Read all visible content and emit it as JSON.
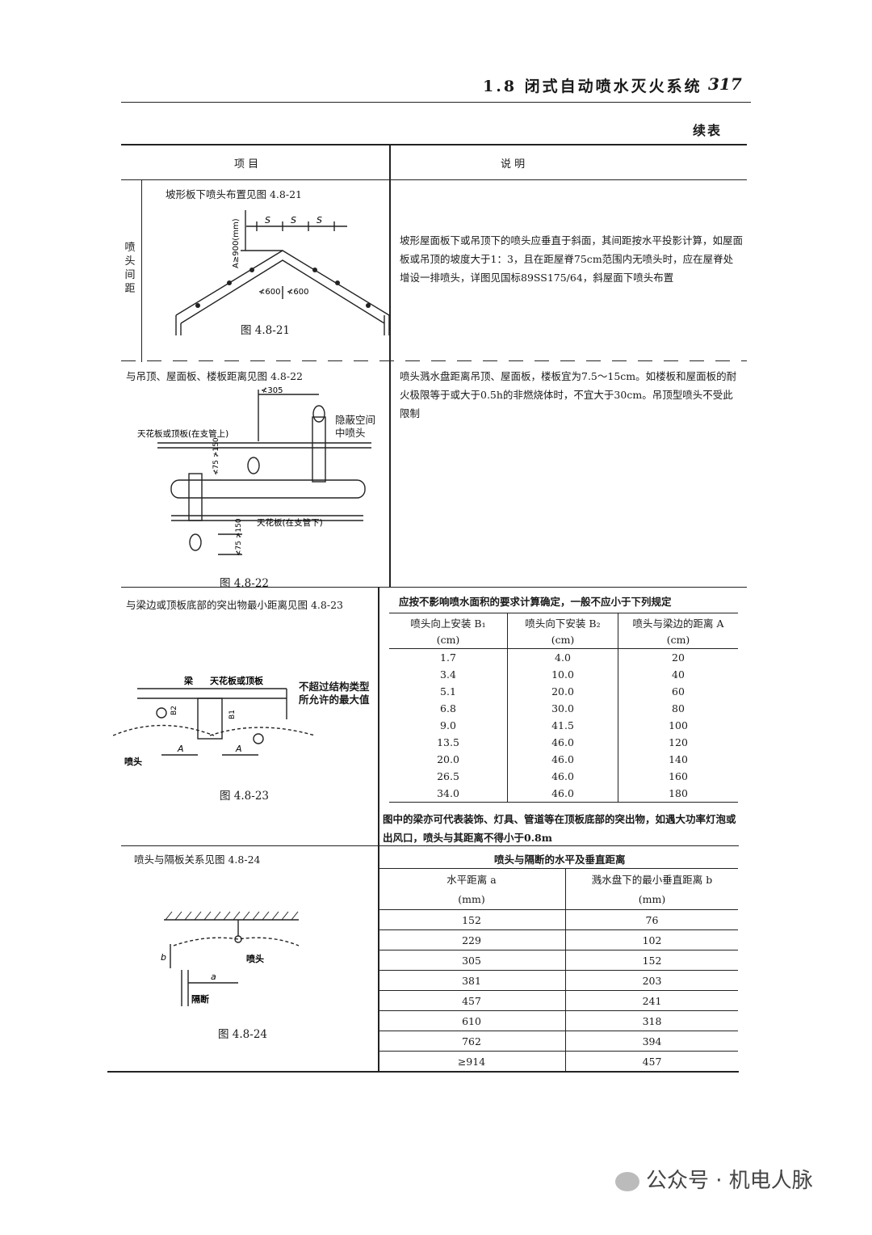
{
  "header": {
    "section": "1.8  闭式自动喷水灭火系统",
    "page_number": "317"
  },
  "continued_label": "续表",
  "columns": {
    "item": "项    目",
    "description": "说        明"
  },
  "row_group_label": "喷头间距",
  "rows": [
    {
      "title": "坡形板下喷头布置见图 4.8-21",
      "figure_caption": "图 4.8-21",
      "description": "坡形屋面板下或吊顶下的喷头应垂直于斜面，其间距按水平投影计算，如屋面板或吊顶的坡度大于1：3，且在距屋脊75cm范围内无喷头时，应在屋脊处增设一排喷头，详图见国标89SS175/64，斜屋面下喷头布置",
      "figure_labels": {
        "a": "A≥900(mm)",
        "s": "S",
        "d600": "≮600"
      }
    },
    {
      "title": "与吊顶、屋面板、楼板距离见图 4.8-22",
      "figure_caption": "图 4.8-22",
      "description": "喷头溅水盘距离吊顶、屋面板，楼板宜为7.5～15cm。如楼板和屋面板的耐火极限等于或大于0.5h的非燃烧体时，不宜大于30cm。吊顶型喷头不受此限制",
      "figure_labels": {
        "top": "≮305",
        "hidden": "隐蔽空间中喷头",
        "ceiling_top": "天花板或顶板(在支管上)",
        "ceiling_bottom": "天花板(在支管下)",
        "range": "≮75 ≯150"
      }
    },
    {
      "title": "与梁边或顶板底部的突出物最小距离见图 4.8-23",
      "figure_caption": "图 4.8-23",
      "description": "应按不影响喷水面积的要求计算确定，一般不应小于下列规定",
      "figure_labels": {
        "beam": "梁",
        "ceiling": "天花板或顶板",
        "note": "不超过结构类型所允许的最大值",
        "sprinkler": "喷头",
        "b1": "B1",
        "b2": "B2",
        "a": "A"
      },
      "table": {
        "headers": [
          "喷头向上安装 B₁",
          "喷头向下安装 B₂",
          "喷头与梁边的距离 A"
        ],
        "units": [
          "(cm)",
          "(cm)",
          "(cm)"
        ],
        "rows": [
          [
            "1.7",
            "4.0",
            "20"
          ],
          [
            "3.4",
            "10.0",
            "40"
          ],
          [
            "5.1",
            "20.0",
            "60"
          ],
          [
            "6.8",
            "30.0",
            "80"
          ],
          [
            "9.0",
            "41.5",
            "100"
          ],
          [
            "13.5",
            "46.0",
            "120"
          ],
          [
            "20.0",
            "46.0",
            "140"
          ],
          [
            "26.5",
            "46.0",
            "160"
          ],
          [
            "34.0",
            "46.0",
            "180"
          ]
        ]
      },
      "note": "图中的梁亦可代表装饰、灯具、管道等在顶板底部的突出物，如遇大功率灯泡或出风口，喷头与其距离不得小于0.8m"
    },
    {
      "title": "喷头与隔板关系见图 4.8-24",
      "figure_caption": "图 4.8-24",
      "table_title": "喷头与隔断的水平及垂直距离",
      "figure_labels": {
        "sprinkler": "喷头",
        "partition": "隔断",
        "a": "a",
        "b": "b"
      },
      "table": {
        "headers": [
          "水平距离 a",
          "溅水盘下的最小垂直距离 b"
        ],
        "units": [
          "(mm)",
          "(mm)"
        ],
        "rows": [
          [
            "152",
            "76"
          ],
          [
            "229",
            "102"
          ],
          [
            "305",
            "152"
          ],
          [
            "381",
            "203"
          ],
          [
            "457",
            "241"
          ],
          [
            "610",
            "318"
          ],
          [
            "762",
            "394"
          ],
          [
            "≥914",
            "457"
          ]
        ]
      }
    }
  ],
  "watermark": "公众号 · 机电人脉"
}
